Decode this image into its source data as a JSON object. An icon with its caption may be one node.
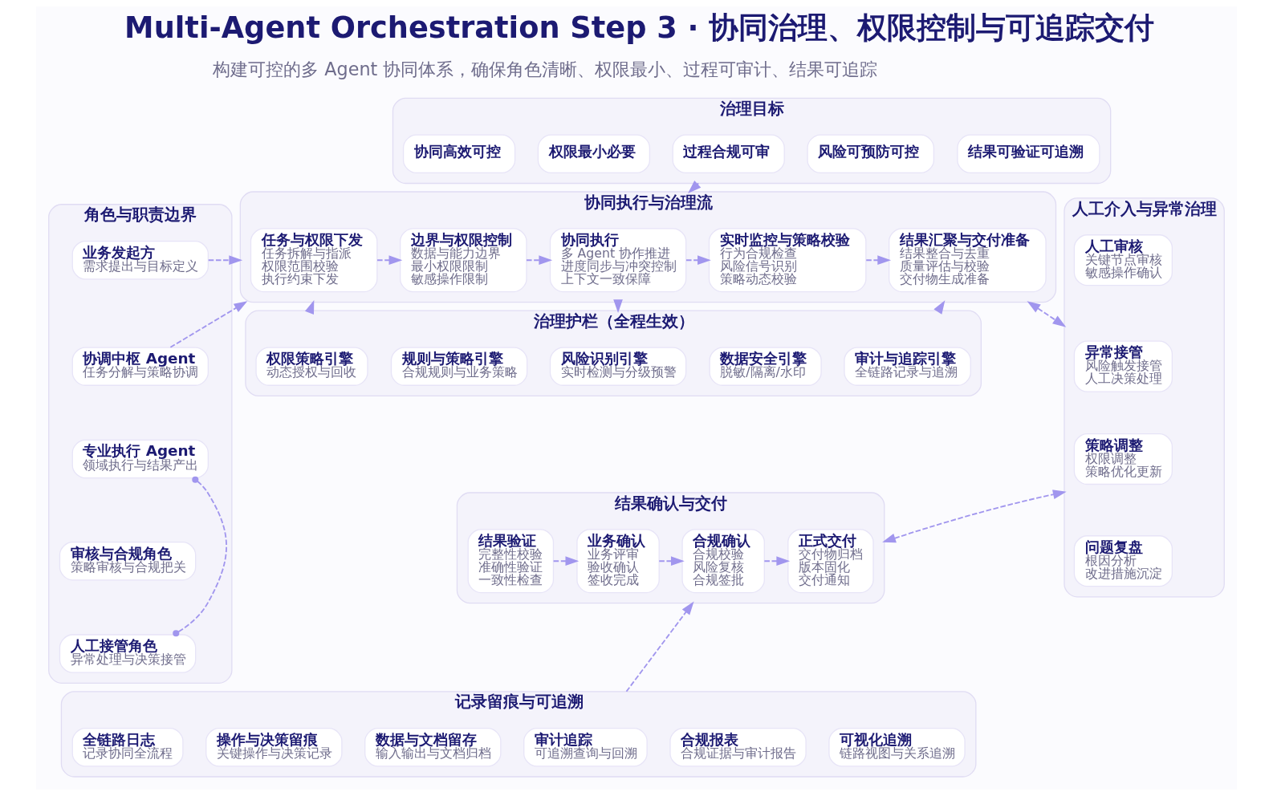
{
  "diagram": {
    "title": "Multi-Agent Orchestration Step 3 · 协同治理、权限控制与可追踪交付",
    "nodes": [
      {
        "text": [
          "治理目标"
        ]
      },
      {
        "text": [
          "协同高效可控"
        ],
        "in": 0
      },
      {
        "text": [
          "权限最小必要"
        ],
        "in": 0
      },
      {
        "text": [
          "过程合规可审"
        ],
        "in": 0
      },
      {
        "text": [
          "风险可预防可控"
        ],
        "in": 0
      },
      {
        "text": [
          "结果可验证可追溯"
        ],
        "in": 0
      },
      {
        "text": [
          "角色与职责边界"
        ]
      },
      {
        "text": [
          "业务发起方",
          "需求提出与目标定义"
        ],
        "in": 6
      },
      {
        "text": [
          "协调中枢 Agent",
          "任务分解与策略协调"
        ],
        "in": 6
      },
      {
        "text": [
          "专业执行 Agent",
          "领域执行与结果产出"
        ],
        "in": 6
      },
      {
        "text": [
          "审核与合规角色",
          "策略审核与合规把关"
        ],
        "in": 6
      },
      {
        "text": [
          "人工接管角色",
          "异常处理与决策接管"
        ],
        "in": 6
      },
      {
        "text": [
          "协同执行与治理流"
        ]
      },
      {
        "text": [
          "任务与权限下发",
          "任务拆解与指派",
          "权限范围校验",
          "执行约束下发"
        ],
        "in": 12
      },
      {
        "text": [
          "边界与权限控制",
          "数据与能力边界",
          "最小权限限制",
          "敏感操作限制"
        ],
        "in": 12
      },
      {
        "text": [
          "协同执行",
          "多 Agent 协作推进",
          "进度同步与冲突控制",
          "上下文一致保障"
        ],
        "in": 12
      },
      {
        "text": [
          "实时监控与策略校验",
          "行为合规检查",
          "风险信号识别",
          "策略动态校验"
        ],
        "in": 12
      },
      {
        "text": [
          "结果汇聚与交付准备",
          "结果整合与去重",
          "质量评估与校验",
          "交付物生成准备"
        ],
        "in": 12
      },
      {
        "text": [
          "人工介入与异常治理"
        ]
      },
      {
        "text": [
          "人工审核",
          "关键节点审核",
          "敏感操作确认"
        ],
        "in": 18
      },
      {
        "text": [
          "异常接管",
          "风险触发接管",
          "人工决策处理"
        ],
        "in": 18
      },
      {
        "text": [
          "策略调整",
          "权限调整",
          "策略优化更新"
        ],
        "in": 18
      },
      {
        "text": [
          "问题复盘",
          "根因分析",
          "改进措施沉淀"
        ],
        "in": 18
      },
      {
        "text": [
          "治理护栏（全程生效）"
        ]
      },
      {
        "text": [
          "权限策略引擎",
          "动态授权与回收"
        ],
        "in": 23
      },
      {
        "text": [
          "规则与策略引擎",
          "合规规则与业务策略"
        ],
        "in": 23
      },
      {
        "text": [
          "风险识别引擎",
          "实时检测与分级预警"
        ],
        "in": 23
      },
      {
        "text": [
          "数据安全引擎",
          "脱敏/隔离/水印"
        ],
        "in": 23
      },
      {
        "text": [
          "审计与追踪引擎",
          "全链路记录与追溯"
        ],
        "in": 23
      },
      {
        "text": [
          "结果确认与交付"
        ]
      },
      {
        "text": [
          "结果验证",
          "完整性校验",
          "准确性验证",
          "一致性检查"
        ],
        "in": 29
      },
      {
        "text": [
          "业务确认",
          "业务评审",
          "验收确认",
          "签收完成"
        ],
        "in": 29
      },
      {
        "text": [
          "合规确认",
          "合规校验",
          "风险复核",
          "合规签批"
        ],
        "in": 29
      },
      {
        "text": [
          "正式交付",
          "交付物归档",
          "版本固化",
          "交付通知"
        ],
        "in": 29
      },
      {
        "text": [
          "记录留痕与可追溯"
        ]
      },
      {
        "text": [
          "全链路日志",
          "记录协同全流程"
        ],
        "in": 34
      },
      {
        "text": [
          "操作与决策留痕",
          "关键操作与决策记录"
        ],
        "in": 34
      },
      {
        "text": [
          "数据与文档留存",
          "输入输出与文档归档"
        ],
        "in": 34
      },
      {
        "text": [
          "审计追踪",
          "可追溯查询与回溯"
        ],
        "in": 34
      },
      {
        "text": [
          "合规报表",
          "合规证据与审计报告"
        ],
        "in": 34
      },
      {
        "text": [
          "可视化追溯",
          "链路视图与关系追溯"
        ],
        "in": 34
      }
    ],
    "edges": [
      {
        "from": 0,
        "to": 12,
        "arrow": "to",
        "style": "dashed"
      },
      {
        "from": 7,
        "to": 12,
        "arrow": "to",
        "style": "dashed"
      },
      {
        "from": 8,
        "to": 12,
        "arrow": "to",
        "style": "dashed"
      },
      {
        "from": 9,
        "to": 11,
        "arrow": "other",
        "style": "dashed"
      },
      {
        "from": 13,
        "to": 14,
        "arrow": "to",
        "style": "dashed"
      },
      {
        "from": 14,
        "to": 15,
        "arrow": "to",
        "style": "dashed"
      },
      {
        "from": 15,
        "to": 16,
        "arrow": "to",
        "style": "dashed"
      },
      {
        "from": 16,
        "to": 17,
        "arrow": "to",
        "style": "dashed"
      },
      {
        "from": 12,
        "to": 18,
        "arrow": "both",
        "style": "dashed"
      },
      {
        "from": 23,
        "to": 12,
        "arrow": "to",
        "style": "dashed"
      },
      {
        "from": 12,
        "to": 23,
        "arrow": "to",
        "style": "dashed"
      },
      {
        "from": 23,
        "to": 12,
        "arrow": "to",
        "style": "dashed"
      },
      {
        "from": 30,
        "to": 31,
        "arrow": "to",
        "style": "dashed"
      },
      {
        "from": 31,
        "to": 32,
        "arrow": "to",
        "style": "dashed"
      },
      {
        "from": 32,
        "to": 33,
        "arrow": "to",
        "style": "dashed"
      },
      {
        "from": 29,
        "to": 18,
        "arrow": "both",
        "style": "dashed"
      },
      {
        "from": 34,
        "to": 29,
        "arrow": "to",
        "style": "dashed"
      }
    ],
    "labels": [
      "构建可控的多 Agent 协同体系，确保角色清晰、权限最小、过程可审计、结果可追踪"
    ]
  }
}
